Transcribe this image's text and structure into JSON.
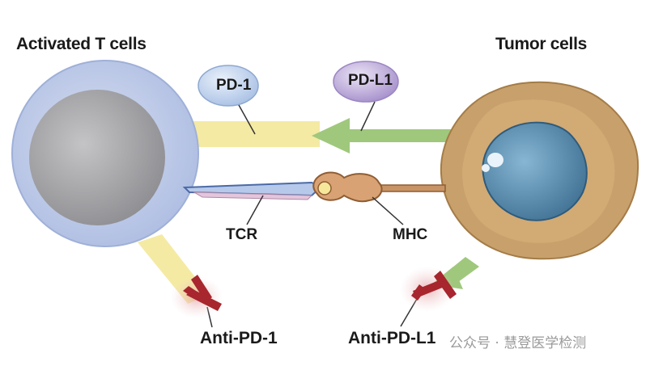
{
  "labels": {
    "t_cells": "Activated T cells",
    "tumor_cells": "Tumor cells",
    "pd1": "PD-1",
    "pdl1": "PD-L1",
    "tcr": "TCR",
    "mhc": "MHC",
    "anti_pd1": "Anti-PD-1",
    "anti_pdl1": "Anti-PD-L1"
  },
  "watermark": "公众号 · 慧登医学检测",
  "colors": {
    "t_cell": "#b9c6e4",
    "t_cell_nucleus": "#a9a9ad",
    "tumor_cell": "#c9a06a",
    "tumor_nucleus": "#5e8fb0",
    "pd1_bubble": "#c5d6ef",
    "pdl1_bubble": "#c4b3dc",
    "pd1_band": "#f3e9a0",
    "pdl1_arrow": "#9cc77a",
    "antibody": "#a8262e"
  }
}
